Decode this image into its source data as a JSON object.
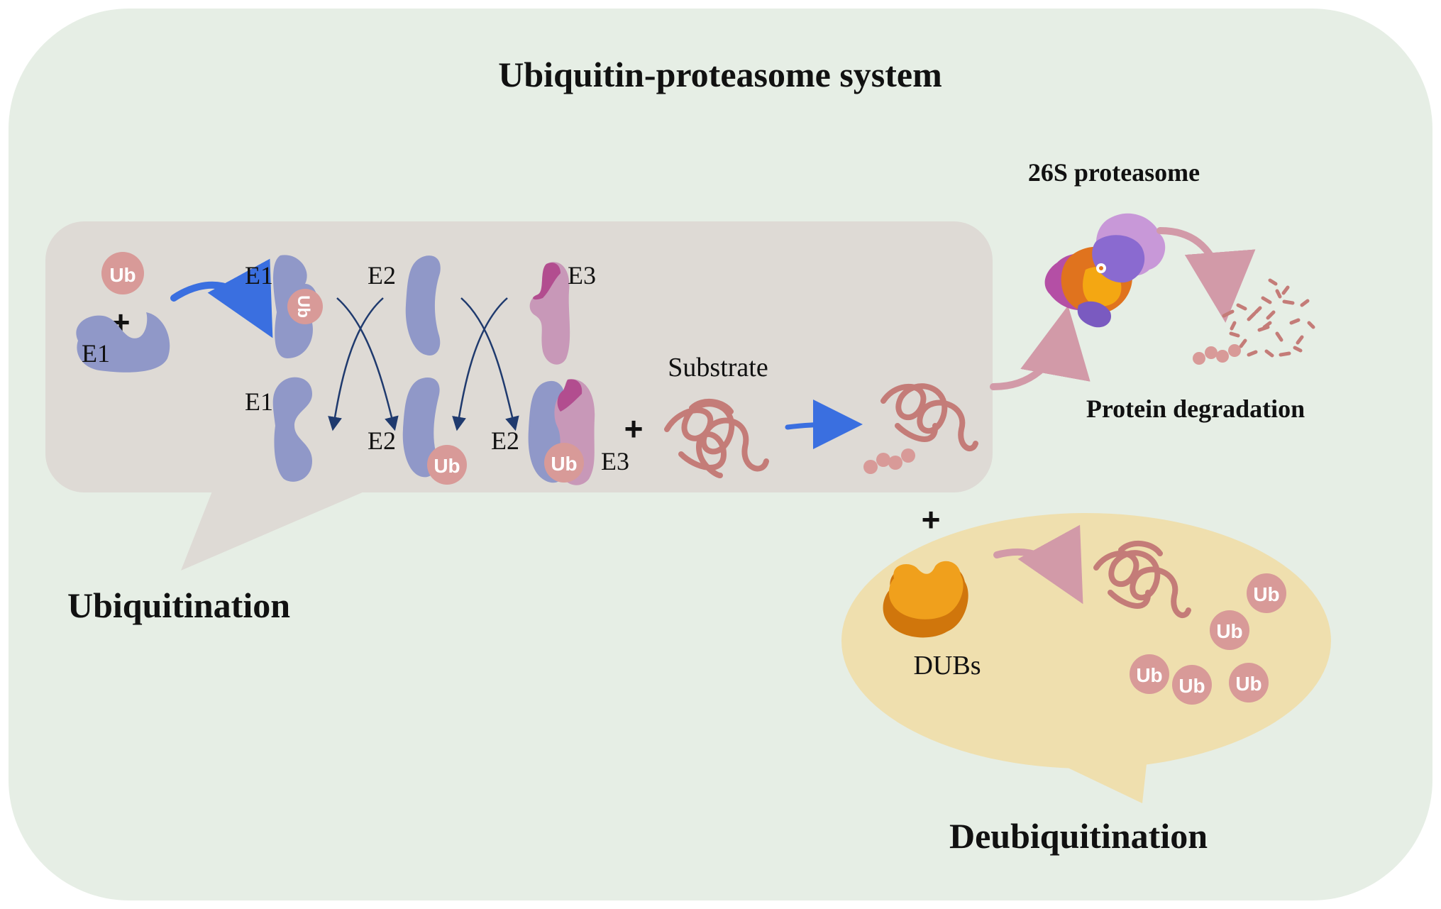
{
  "title": "Ubiquitin-proteasome system",
  "sections": {
    "ubiquitination": "Ubiquitination",
    "deubiquitination": "Deubiquitination",
    "proteasome": "26S proteasome",
    "degradation": "Protein degradation"
  },
  "labels": {
    "e1_free": "E1",
    "e1_loaded": "E1",
    "e1_lower": "E1",
    "e2_upper": "E2",
    "e2_lower": "E2",
    "e2_complex": "E2",
    "e3_upper": "E3",
    "e3_complex": "E3",
    "substrate": "Substrate",
    "dubs": "DUBs"
  },
  "ub_label": "Ub",
  "symbols": {
    "plus": "+"
  },
  "colors": {
    "background": "#e6eee5",
    "ubiquitination_bubble": "#dedad5",
    "deubiquitination_bubble": "#efdfae",
    "enzyme_blue": "#9098c8",
    "enzyme_pink": "#c898b8",
    "ub_fill": "#d89a98",
    "substrate": "#c47c78",
    "arrow_blue": "#3a6fe0",
    "arrow_pink": "#d29aa8",
    "dub_orange": "#e8980e"
  }
}
